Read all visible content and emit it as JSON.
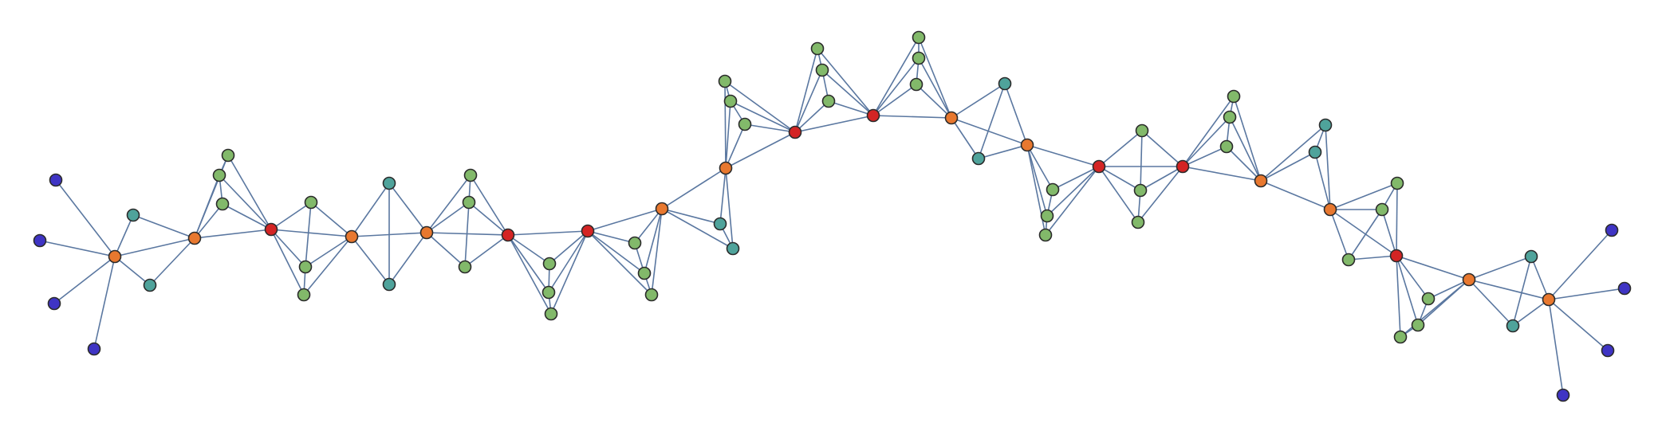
{
  "diagram": {
    "type": "network-graph",
    "colors": {
      "edge": "#5a77a0",
      "node_outline": "#2b2b2b",
      "background": "#ffffff",
      "red": "#d42424",
      "orange": "#e8782f",
      "green": "#82b96a",
      "teal": "#4fa39b",
      "blue": "#3f34c4"
    },
    "node_types": {
      "red": "hub",
      "orange": "connector",
      "green": "leaf",
      "teal": "secondary-leaf",
      "blue": "terminal"
    },
    "nodes": [
      {
        "id": "b1",
        "type": "blue"
      },
      {
        "id": "b2",
        "type": "blue"
      },
      {
        "id": "b3",
        "type": "blue"
      },
      {
        "id": "b4",
        "type": "blue"
      },
      {
        "id": "o1",
        "type": "orange"
      },
      {
        "id": "t1",
        "type": "teal"
      },
      {
        "id": "t2",
        "type": "teal"
      },
      {
        "id": "o2",
        "type": "orange"
      },
      {
        "id": "g1",
        "type": "green"
      },
      {
        "id": "g2",
        "type": "green"
      },
      {
        "id": "g3",
        "type": "green"
      },
      {
        "id": "r1",
        "type": "red"
      },
      {
        "id": "g4",
        "type": "green"
      },
      {
        "id": "g5",
        "type": "green"
      },
      {
        "id": "g6",
        "type": "green"
      },
      {
        "id": "o3",
        "type": "orange"
      },
      {
        "id": "t3",
        "type": "teal"
      },
      {
        "id": "t4",
        "type": "teal"
      },
      {
        "id": "o4",
        "type": "orange"
      },
      {
        "id": "g7",
        "type": "green"
      },
      {
        "id": "g8",
        "type": "green"
      },
      {
        "id": "g9",
        "type": "green"
      },
      {
        "id": "r2",
        "type": "red"
      },
      {
        "id": "g10",
        "type": "green"
      },
      {
        "id": "g11",
        "type": "green"
      },
      {
        "id": "g12",
        "type": "green"
      },
      {
        "id": "r3",
        "type": "red"
      },
      {
        "id": "g13",
        "type": "green"
      },
      {
        "id": "g14",
        "type": "green"
      },
      {
        "id": "g15",
        "type": "green"
      },
      {
        "id": "o5",
        "type": "orange"
      },
      {
        "id": "t5",
        "type": "teal"
      },
      {
        "id": "t6",
        "type": "teal"
      },
      {
        "id": "o6",
        "type": "orange"
      },
      {
        "id": "g16",
        "type": "green"
      },
      {
        "id": "g17",
        "type": "green"
      },
      {
        "id": "g18",
        "type": "green"
      },
      {
        "id": "r4",
        "type": "red"
      },
      {
        "id": "g19",
        "type": "green"
      },
      {
        "id": "g20",
        "type": "green"
      },
      {
        "id": "g21",
        "type": "green"
      },
      {
        "id": "r5",
        "type": "red"
      },
      {
        "id": "g22",
        "type": "green"
      },
      {
        "id": "g23",
        "type": "green"
      },
      {
        "id": "g24",
        "type": "green"
      },
      {
        "id": "o7",
        "type": "orange"
      },
      {
        "id": "t7",
        "type": "teal"
      },
      {
        "id": "t8",
        "type": "teal"
      },
      {
        "id": "o8",
        "type": "orange"
      },
      {
        "id": "g25",
        "type": "green"
      },
      {
        "id": "g26",
        "type": "green"
      },
      {
        "id": "g27",
        "type": "green"
      },
      {
        "id": "r6",
        "type": "red"
      },
      {
        "id": "g28",
        "type": "green"
      },
      {
        "id": "g29",
        "type": "green"
      },
      {
        "id": "g30",
        "type": "green"
      },
      {
        "id": "r7",
        "type": "red"
      },
      {
        "id": "g31",
        "type": "green"
      },
      {
        "id": "g32",
        "type": "green"
      },
      {
        "id": "g33",
        "type": "green"
      },
      {
        "id": "o9",
        "type": "orange"
      },
      {
        "id": "t9",
        "type": "teal"
      },
      {
        "id": "t10",
        "type": "teal"
      },
      {
        "id": "o10",
        "type": "orange"
      },
      {
        "id": "g34",
        "type": "green"
      },
      {
        "id": "g35",
        "type": "green"
      },
      {
        "id": "g36",
        "type": "green"
      },
      {
        "id": "r8",
        "type": "red"
      },
      {
        "id": "g37",
        "type": "green"
      },
      {
        "id": "g38",
        "type": "green"
      },
      {
        "id": "g39",
        "type": "green"
      },
      {
        "id": "o11",
        "type": "orange"
      },
      {
        "id": "t11",
        "type": "teal"
      },
      {
        "id": "t12",
        "type": "teal"
      },
      {
        "id": "o12",
        "type": "orange"
      },
      {
        "id": "b5",
        "type": "blue"
      },
      {
        "id": "b6",
        "type": "blue"
      },
      {
        "id": "b7",
        "type": "blue"
      },
      {
        "id": "b8",
        "type": "blue"
      }
    ],
    "edges": [
      [
        "o1",
        "b1"
      ],
      [
        "o1",
        "b2"
      ],
      [
        "o1",
        "b3"
      ],
      [
        "o1",
        "b4"
      ],
      [
        "o1",
        "t1"
      ],
      [
        "o1",
        "t2"
      ],
      [
        "o1",
        "o2"
      ],
      [
        "t1",
        "o2"
      ],
      [
        "t2",
        "o2"
      ],
      [
        "o2",
        "g1"
      ],
      [
        "o2",
        "g2"
      ],
      [
        "o2",
        "g3"
      ],
      [
        "o2",
        "r1"
      ],
      [
        "g1",
        "g2"
      ],
      [
        "g2",
        "g3"
      ],
      [
        "g1",
        "r1"
      ],
      [
        "g2",
        "r1"
      ],
      [
        "g3",
        "r1"
      ],
      [
        "r1",
        "g4"
      ],
      [
        "r1",
        "g5"
      ],
      [
        "r1",
        "g6"
      ],
      [
        "r1",
        "o3"
      ],
      [
        "g4",
        "g5"
      ],
      [
        "g5",
        "g6"
      ],
      [
        "g4",
        "o3"
      ],
      [
        "g5",
        "o3"
      ],
      [
        "g6",
        "o3"
      ],
      [
        "o3",
        "t3"
      ],
      [
        "o3",
        "t4"
      ],
      [
        "o3",
        "o4"
      ],
      [
        "t3",
        "t4"
      ],
      [
        "t3",
        "o4"
      ],
      [
        "t4",
        "o4"
      ],
      [
        "o4",
        "g7"
      ],
      [
        "o4",
        "g8"
      ],
      [
        "o4",
        "g9"
      ],
      [
        "o4",
        "r2"
      ],
      [
        "g7",
        "g8"
      ],
      [
        "g8",
        "g9"
      ],
      [
        "g7",
        "r2"
      ],
      [
        "g8",
        "r2"
      ],
      [
        "g9",
        "r2"
      ],
      [
        "r2",
        "g10"
      ],
      [
        "r2",
        "g11"
      ],
      [
        "r2",
        "g12"
      ],
      [
        "r2",
        "r3"
      ],
      [
        "g10",
        "g11"
      ],
      [
        "g11",
        "g12"
      ],
      [
        "g10",
        "r3"
      ],
      [
        "g11",
        "r3"
      ],
      [
        "g12",
        "r3"
      ],
      [
        "r3",
        "g13"
      ],
      [
        "r3",
        "g14"
      ],
      [
        "r3",
        "g15"
      ],
      [
        "r3",
        "o5"
      ],
      [
        "g13",
        "g14"
      ],
      [
        "g14",
        "g15"
      ],
      [
        "g13",
        "o5"
      ],
      [
        "g14",
        "o5"
      ],
      [
        "g15",
        "o5"
      ],
      [
        "o5",
        "t5"
      ],
      [
        "o5",
        "t6"
      ],
      [
        "o5",
        "o6"
      ],
      [
        "t5",
        "t6"
      ],
      [
        "t5",
        "o6"
      ],
      [
        "t6",
        "o6"
      ],
      [
        "o6",
        "g16"
      ],
      [
        "o6",
        "g17"
      ],
      [
        "o6",
        "g18"
      ],
      [
        "o6",
        "r4"
      ],
      [
        "g16",
        "g17"
      ],
      [
        "g17",
        "g18"
      ],
      [
        "g16",
        "r4"
      ],
      [
        "g17",
        "r4"
      ],
      [
        "g18",
        "r4"
      ],
      [
        "r4",
        "g19"
      ],
      [
        "r4",
        "g20"
      ],
      [
        "r4",
        "g21"
      ],
      [
        "r4",
        "r5"
      ],
      [
        "g19",
        "g20"
      ],
      [
        "g20",
        "g21"
      ],
      [
        "g19",
        "r5"
      ],
      [
        "g20",
        "r5"
      ],
      [
        "g21",
        "r5"
      ],
      [
        "r5",
        "g22"
      ],
      [
        "r5",
        "g23"
      ],
      [
        "r5",
        "g24"
      ],
      [
        "r5",
        "o7"
      ],
      [
        "g22",
        "g23"
      ],
      [
        "g23",
        "g24"
      ],
      [
        "g22",
        "o7"
      ],
      [
        "g23",
        "o7"
      ],
      [
        "g24",
        "o7"
      ],
      [
        "o7",
        "t7"
      ],
      [
        "o7",
        "t8"
      ],
      [
        "o7",
        "o8"
      ],
      [
        "t7",
        "t8"
      ],
      [
        "t7",
        "o8"
      ],
      [
        "t8",
        "o8"
      ],
      [
        "o8",
        "g25"
      ],
      [
        "o8",
        "g26"
      ],
      [
        "o8",
        "g27"
      ],
      [
        "o8",
        "r6"
      ],
      [
        "g25",
        "g26"
      ],
      [
        "g26",
        "g27"
      ],
      [
        "g25",
        "r6"
      ],
      [
        "g26",
        "r6"
      ],
      [
        "g27",
        "r6"
      ],
      [
        "r6",
        "g28"
      ],
      [
        "r6",
        "g29"
      ],
      [
        "r6",
        "g30"
      ],
      [
        "r6",
        "r7"
      ],
      [
        "g28",
        "g29"
      ],
      [
        "g29",
        "g30"
      ],
      [
        "g28",
        "r7"
      ],
      [
        "g29",
        "r7"
      ],
      [
        "g30",
        "r7"
      ],
      [
        "r7",
        "g31"
      ],
      [
        "r7",
        "g32"
      ],
      [
        "r7",
        "g33"
      ],
      [
        "r7",
        "o9"
      ],
      [
        "g31",
        "g32"
      ],
      [
        "g32",
        "g33"
      ],
      [
        "g31",
        "o9"
      ],
      [
        "g32",
        "o9"
      ],
      [
        "g33",
        "o9"
      ],
      [
        "o9",
        "t9"
      ],
      [
        "o9",
        "t10"
      ],
      [
        "o9",
        "o10"
      ],
      [
        "t9",
        "t10"
      ],
      [
        "t9",
        "o10"
      ],
      [
        "t10",
        "o10"
      ],
      [
        "o10",
        "g34"
      ],
      [
        "o10",
        "g35"
      ],
      [
        "o10",
        "g36"
      ],
      [
        "o10",
        "r8"
      ],
      [
        "g34",
        "g35"
      ],
      [
        "g35",
        "g36"
      ],
      [
        "g34",
        "r8"
      ],
      [
        "g35",
        "r8"
      ],
      [
        "g36",
        "r8"
      ],
      [
        "r8",
        "g37"
      ],
      [
        "r8",
        "g38"
      ],
      [
        "r8",
        "g39"
      ],
      [
        "r8",
        "o11"
      ],
      [
        "g37",
        "g38"
      ],
      [
        "g38",
        "g39"
      ],
      [
        "g37",
        "o11"
      ],
      [
        "g38",
        "o11"
      ],
      [
        "g39",
        "o11"
      ],
      [
        "o11",
        "t11"
      ],
      [
        "o11",
        "t12"
      ],
      [
        "o11",
        "o12"
      ],
      [
        "t11",
        "t12"
      ],
      [
        "t11",
        "o12"
      ],
      [
        "t12",
        "o12"
      ],
      [
        "o12",
        "b5"
      ],
      [
        "o12",
        "b6"
      ],
      [
        "o12",
        "b7"
      ],
      [
        "o12",
        "b8"
      ]
    ]
  }
}
